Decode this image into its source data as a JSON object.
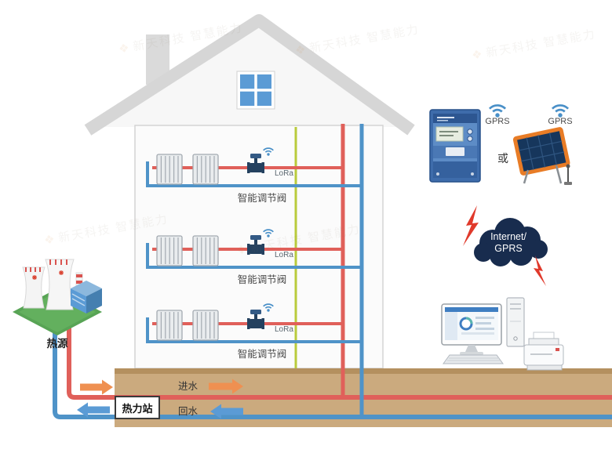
{
  "watermark": {
    "icon": "❖",
    "text": "新天科技 智慧能力"
  },
  "house": {
    "floors": [
      {
        "valve_label": "智能调节阀",
        "lora_label": "LoRa"
      },
      {
        "valve_label": "智能调节阀",
        "lora_label": "LoRa"
      },
      {
        "valve_label": "智能调节阀",
        "lora_label": "LoRa"
      }
    ]
  },
  "left": {
    "heat_source_label": "热源",
    "heat_station_label": "热力站",
    "supply_label": "进水",
    "return_label": "回水"
  },
  "right": {
    "meter_gprs_label": "GPRS",
    "or_label": "或",
    "solar_gprs_label": "GPRS",
    "cloud_line1": "Internet/",
    "cloud_line2": "GPRS"
  },
  "colors": {
    "supply": "#e0605a",
    "return": "#4f93c8",
    "lora_line": "#b9cb3c",
    "ground": "#cbaa7e",
    "ground_dark": "#b4905f",
    "cloud": "#182c4e",
    "arrow_orange": "#ef9051",
    "arrow_blue": "#5b9bd5",
    "valve": "#24415f",
    "wifi": "#4a90c8"
  }
}
